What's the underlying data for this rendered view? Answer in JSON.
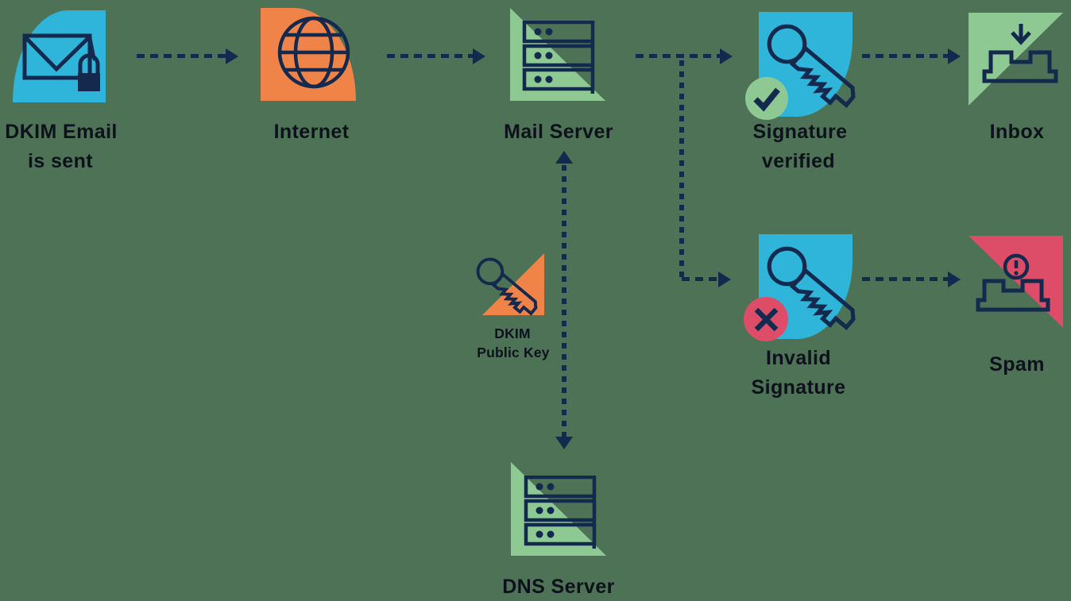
{
  "diagram": {
    "background": "#4E7255",
    "colors": {
      "cyan": "#2FB5D9",
      "orange": "#EF8348",
      "green": "#8EC893",
      "red": "#DE4D68",
      "navy": "#14294E",
      "text": "#0C111C"
    },
    "nodes": {
      "dkim_email": {
        "icon": "email-lock-icon",
        "label1": "DKIM Email",
        "label2": "is sent"
      },
      "internet": {
        "icon": "globe-icon",
        "label1": "Internet"
      },
      "mail_server": {
        "icon": "server-icon",
        "label1": "Mail Server"
      },
      "signature_verified": {
        "icon": "key-check-icon",
        "label1": "Signature",
        "label2": "verified"
      },
      "inbox": {
        "icon": "inbox-tray-icon",
        "label1": "Inbox"
      },
      "invalid_signature": {
        "icon": "key-x-icon",
        "label1": "Invalid",
        "label2": "Signature"
      },
      "spam": {
        "icon": "spam-tray-icon",
        "label1": "Spam"
      },
      "dkim_public_key": {
        "icon": "key-icon",
        "label1": "DKIM",
        "label2": "Public Key"
      },
      "dns_server": {
        "icon": "server-icon",
        "label1": "DNS Server"
      }
    },
    "edges": [
      {
        "from": "dkim_email",
        "to": "internet",
        "style": "dashed-arrow"
      },
      {
        "from": "internet",
        "to": "mail_server",
        "style": "dashed-arrow"
      },
      {
        "from": "mail_server",
        "to": "signature_verified",
        "style": "dashed-arrow"
      },
      {
        "from": "mail_server",
        "to": "invalid_signature",
        "style": "dashed-elbow-arrow"
      },
      {
        "from": "signature_verified",
        "to": "inbox",
        "style": "dashed-arrow"
      },
      {
        "from": "invalid_signature",
        "to": "spam",
        "style": "dashed-arrow"
      },
      {
        "from": "mail_server",
        "to": "dns_server",
        "style": "dashed-double-arrow"
      }
    ]
  }
}
